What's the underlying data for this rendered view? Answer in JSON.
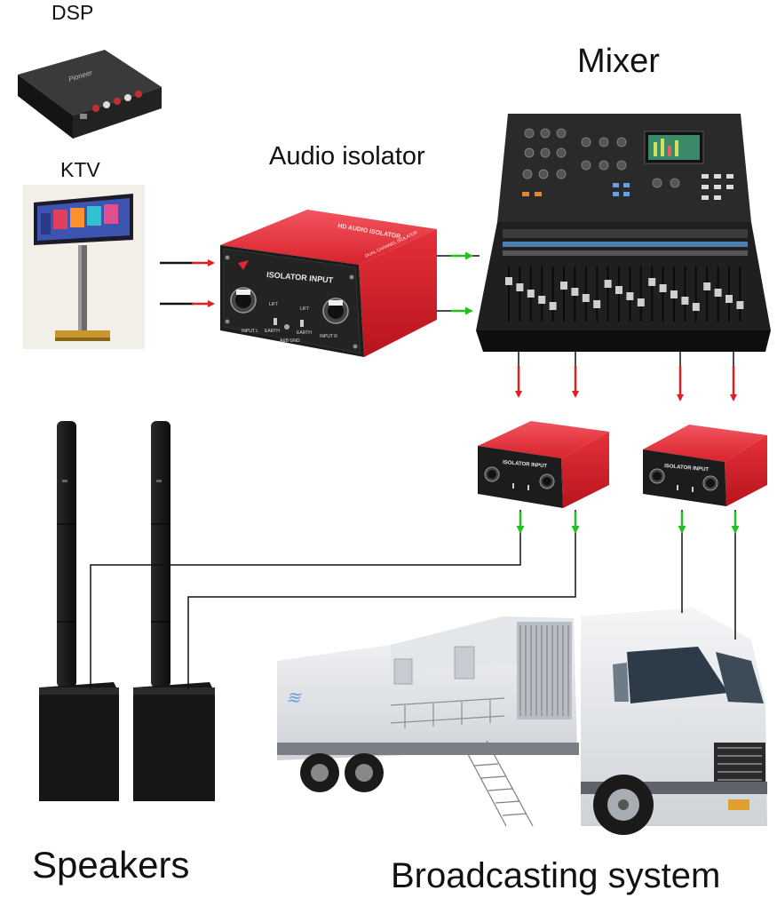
{
  "labels": {
    "dsp": "DSP",
    "ktv": "KTV",
    "audio_isolator": "Audio isolator",
    "mixer": "Mixer",
    "speakers": "Speakers",
    "broadcasting_system": "Broadcasting system"
  },
  "isolator": {
    "panel_title": "ISOLATOR INPUT",
    "top_label": "HD AUDIO ISOLATOR",
    "side_label": "DUAL CHANNEL ISOLATOR",
    "lift_label": "LIFT",
    "earth_label": "EARTH",
    "gnd_label": "A&B GND",
    "input_l": "INPUT L",
    "input_r": "INPUT R"
  },
  "colors": {
    "isolator_red": "#e0262f",
    "arrow_red": "#e02020",
    "arrow_green": "#22c022",
    "device_black": "#1a1a1a"
  }
}
